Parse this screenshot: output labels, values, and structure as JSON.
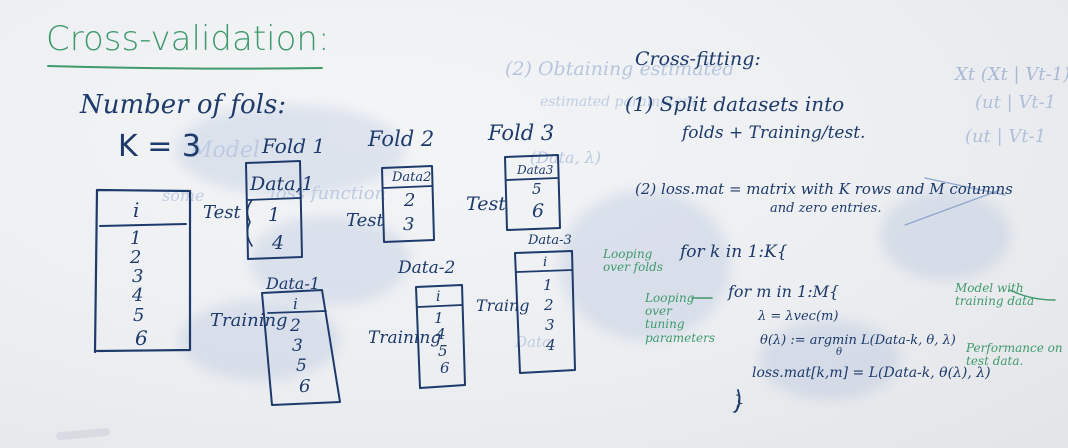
{
  "colors": {
    "board": "#eceef1",
    "marker_blue": "#1d3a6a",
    "marker_green": "#3f9a6c",
    "ghost": "#a9bddc"
  },
  "title": "Cross-validation:",
  "num_folds_label": "Number of fols:",
  "k_value": "K = 3",
  "dataset": {
    "header": "i",
    "rows": [
      "1",
      "2",
      "3",
      "4",
      "5",
      "6"
    ]
  },
  "folds": [
    {
      "title": "Fold 1",
      "test_label": "Test",
      "test_box_title": "Data,1",
      "test_rows": [
        "1",
        "4"
      ],
      "train_label": "Training",
      "train_box_title": "Data-1",
      "train_header": "i",
      "train_rows": [
        "2",
        "3",
        "5",
        "6"
      ]
    },
    {
      "title": "Fold 2",
      "test_label": "Test",
      "test_box_title": "Data2",
      "test_rows": [
        "2",
        "3"
      ],
      "train_label": "Training",
      "train_box_title": "Data-2",
      "train_header": "i",
      "train_rows": [
        "1",
        "4",
        "5",
        "6"
      ]
    },
    {
      "title": "Fold 3",
      "test_label": "Test",
      "test_box_title": "Data3",
      "test_rows": [
        "5",
        "6"
      ],
      "train_label": "Traing",
      "train_box_title": "Data-3",
      "train_header": "i",
      "train_rows": [
        "1",
        "2",
        "3",
        "4"
      ]
    }
  ],
  "cross_fitting": {
    "title": "Cross-fitting:",
    "step1_line1": "(1) Split datasets into",
    "step1_line2": "folds + Training/test.",
    "step2_line1": "(2) loss.mat = matrix with K rows and M columns",
    "step2_line2": "and zero entries.",
    "looping_folds_note": "Looping over folds",
    "for_k": "for k in 1:K{",
    "looping_params_note": "Looping over tuning parameters",
    "for_m": "for m in 1:M{",
    "lambda_line": "λ = λvec(m)",
    "theta_line": "θ(λ) := argmin L(Data-k, θ, λ)",
    "theta_sub": "θ",
    "loss_line": "loss.mat[k,m] = L(Data-k, θ(λ), λ)",
    "close_brace": "}",
    "model_note": "Model with training data",
    "performance_note": "Performance on test data."
  },
  "ghost_text": [
    "(2) Obtaining estimated",
    "estimated parameters",
    "Model",
    "some",
    "loss function",
    "Data",
    "(Data, λ)"
  ],
  "right_edge": {
    "line1": "Xt (Xt | Vt-1)",
    "line2": "(ut | Vt-1",
    "line3": "(ut | Vt-1"
  }
}
